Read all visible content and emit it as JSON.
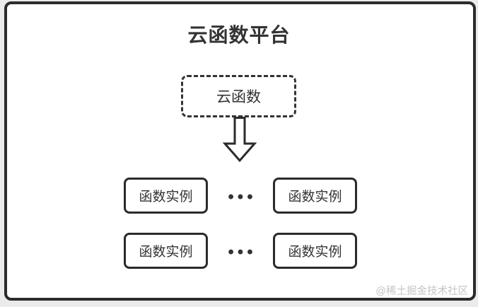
{
  "diagram": {
    "title": "云函数平台",
    "source_node": {
      "label": "云函数"
    },
    "arrow": {
      "icon": "down-arrow-icon",
      "direction": "down"
    },
    "rows": [
      {
        "left": "函数实例",
        "ellipsis": "•••",
        "right": "函数实例"
      },
      {
        "left": "函数实例",
        "ellipsis": "•••",
        "right": "函数实例"
      }
    ],
    "watermark": "@稀土掘金技术社区"
  },
  "colors": {
    "outer_background": "#ebebeb",
    "card_background": "#ffffff",
    "border": "#2b2b2b",
    "text": "#333333",
    "watermark": "#c4c4c4"
  }
}
